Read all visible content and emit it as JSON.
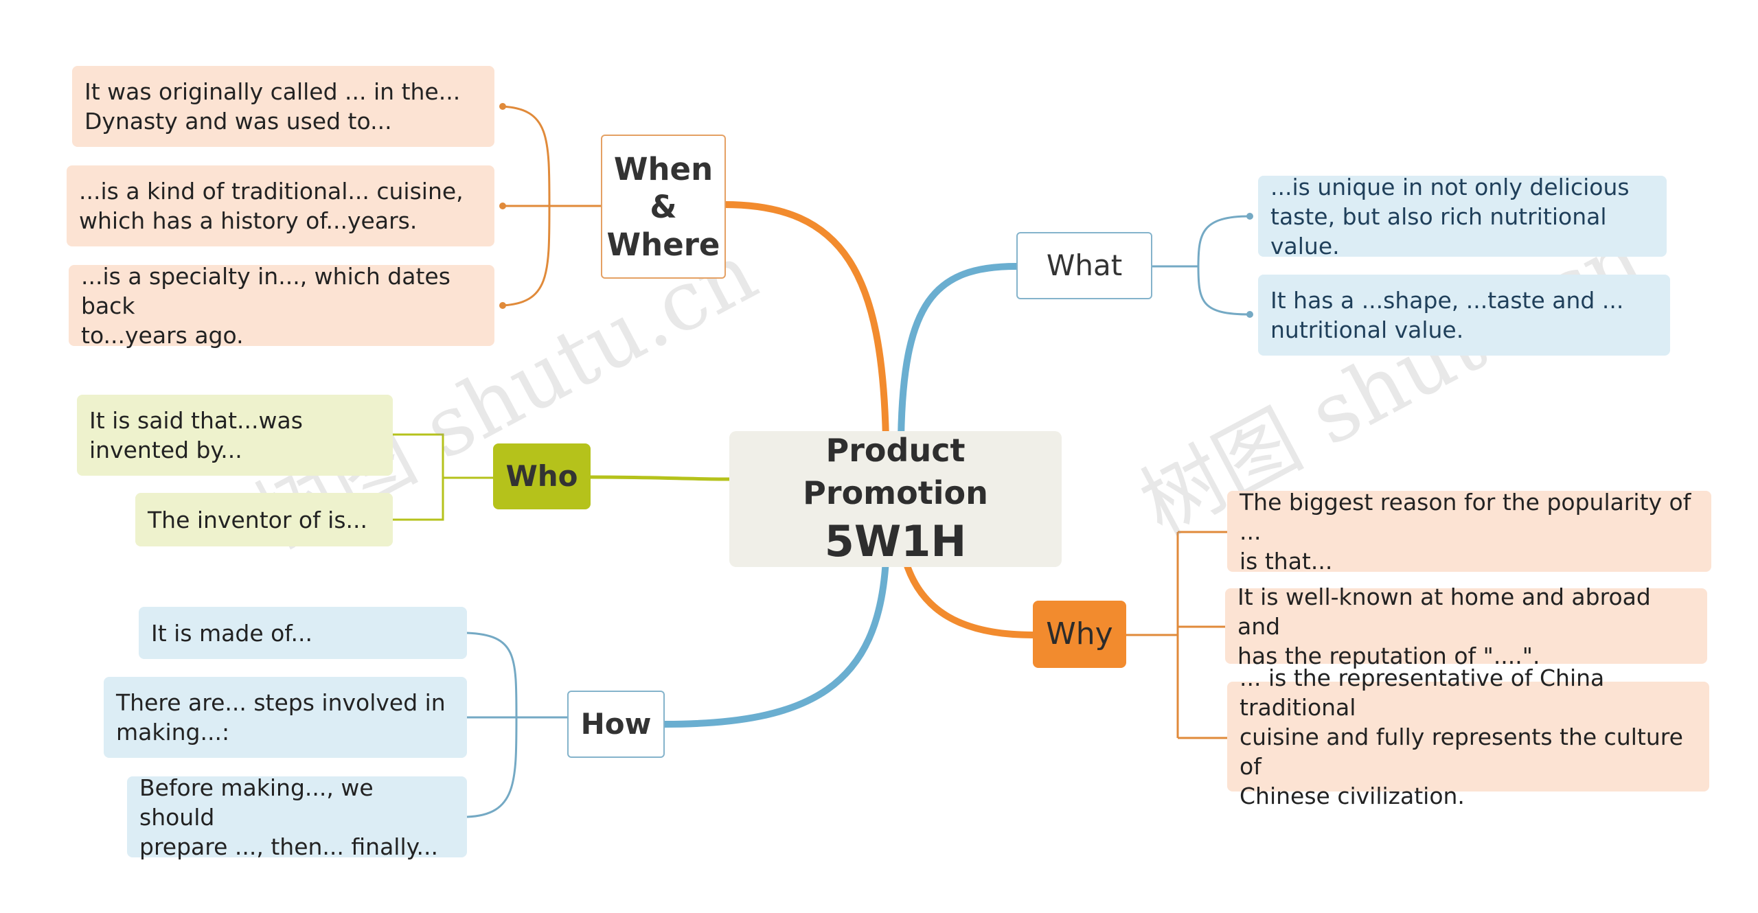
{
  "center": {
    "title": "Product Promotion",
    "subtitle": "5W1H"
  },
  "branches": {
    "when_where": {
      "label": "When\n&\nWhere",
      "items": [
        "It was originally called ... in the...\nDynasty and was used to...",
        "...is a kind of traditional... cuisine,\nwhich has a history of...years.",
        "...is a specialty in..., which dates back\nto...years ago."
      ]
    },
    "who": {
      "label": "Who",
      "items": [
        "It is said that...was\ninvented by...",
        "The inventor of is..."
      ]
    },
    "how": {
      "label": "How",
      "items": [
        "It is made of...",
        "There are... steps involved in\nmaking...:",
        "Before making..., we should\nprepare ..., then... finally..."
      ]
    },
    "what": {
      "label": "What",
      "items": [
        "...is unique in not only delicious\ntaste, but also rich nutritional value.",
        "It has a ...shape, ...taste and ...\nnutritional value."
      ]
    },
    "why": {
      "label": "Why",
      "items": [
        "The biggest reason for the popularity of ...\nis that...",
        "It is well-known at home and abroad and\nhas the reputation of \"....\".",
        "... is the representative of China traditional\ncuisine and fully represents the culture of\nChinese civilization."
      ]
    }
  },
  "colors": {
    "orange_branch": "#f28b2e",
    "blue_branch": "#6aaed0",
    "green_branch": "#b5c21b",
    "orange_line": "#e08a3a",
    "blue_line": "#74a9c4",
    "green_line": "#b5c21b"
  },
  "watermark": [
    "树图 shutu.cn",
    "树图 shutu.cn"
  ]
}
